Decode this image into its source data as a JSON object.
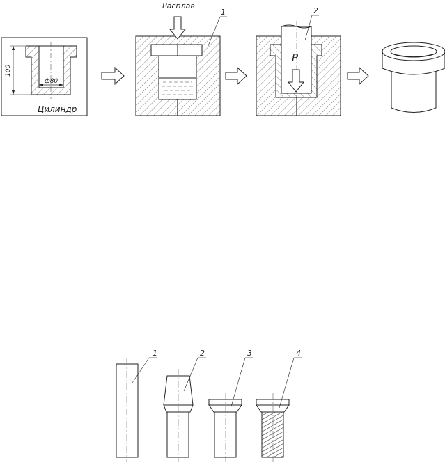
{
  "top_process": {
    "cylinder_label": "Цилиндр",
    "height_dim": "100",
    "diameter_dim": "ф80",
    "melt_label": "Расплав",
    "callout_1": "1",
    "callout_2": "2",
    "force_label": "P"
  },
  "bottom_process": {
    "callouts": [
      "1",
      "2",
      "3",
      "4"
    ]
  }
}
